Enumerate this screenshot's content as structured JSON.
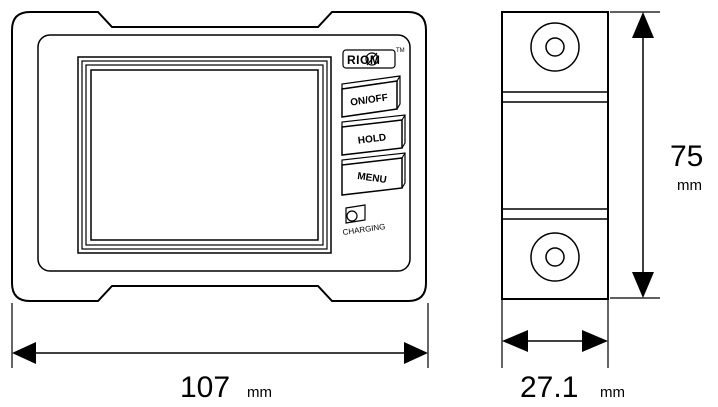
{
  "front_view": {
    "logo_text": "RIOM",
    "trademark": "TM",
    "buttons": [
      {
        "label": "ON/OFF"
      },
      {
        "label": "HOLD"
      },
      {
        "label": "MENU"
      }
    ],
    "charging_label": "CHARGING"
  },
  "dimensions": {
    "width": {
      "value": "107",
      "unit": "mm"
    },
    "depth": {
      "value": "27.1",
      "unit": "mm"
    },
    "height": {
      "value": "75",
      "unit": "mm"
    }
  }
}
